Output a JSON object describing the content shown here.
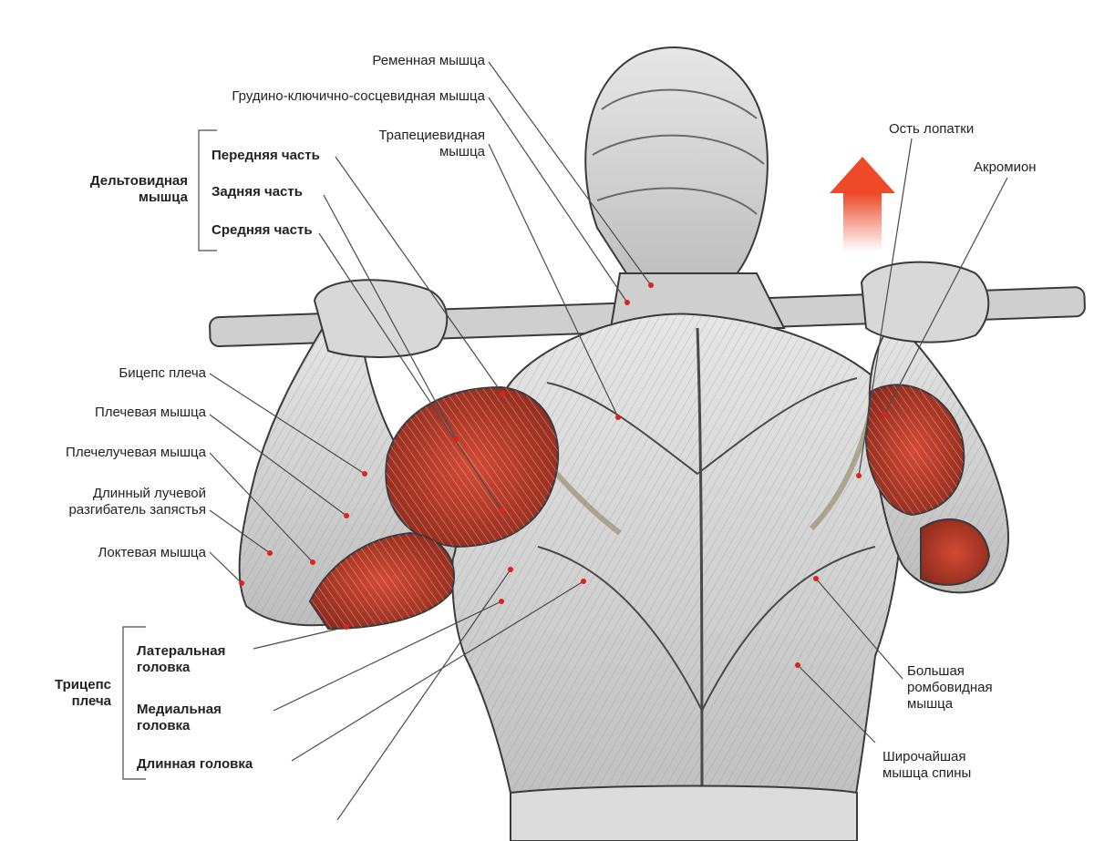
{
  "labels": {
    "remennaya": "Ременная мышца",
    "grudino": "Грудино-ключично-сосцевидная мышца",
    "trapezius": "Трапециевидная\nмышца",
    "deltoid_group": "Дельтовидная\nмышца",
    "deltoid_front": "Передняя часть",
    "deltoid_rear": "Задняя часть",
    "deltoid_middle": "Средняя часть",
    "scapula_spine": "Ость лопатки",
    "acromion": "Акромион",
    "biceps": "Бицепс плеча",
    "brachialis": "Плечевая мышца",
    "brachioradialis": "Плечелучевая мышца",
    "ext_carpi": "Длинный лучевой\nразгибатель запястья",
    "anconeus": "Локтевая мышца",
    "triceps_group": "Трицепс\nплеча",
    "triceps_lateral": "Латеральная\nголовка",
    "triceps_medial": "Медиальная\nголовка",
    "triceps_long": "Длинная головка",
    "rhomboid": "Большая\nромбовидная\nмышца",
    "latissimus": "Широчайшая\nмышца спины"
  },
  "colors": {
    "muscle_highlight": "#c8422e",
    "muscle_base": "#d9d9d9",
    "outline": "#3a3a3a",
    "arrow": "#ee4a2a",
    "leader": "#4a4a4a"
  }
}
